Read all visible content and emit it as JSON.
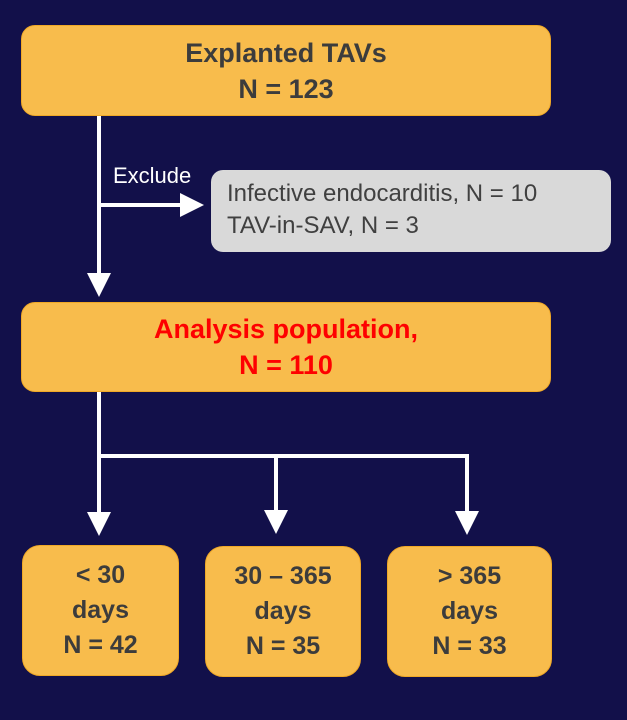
{
  "top_box": {
    "title": "Explanted TAVs",
    "count": "N = 123"
  },
  "exclude": {
    "label": "Exclude",
    "items": [
      "Infective endocarditis, N = 10",
      "TAV-in-SAV, N = 3"
    ]
  },
  "analysis_box": {
    "title": "Analysis population,",
    "count": "N = 110"
  },
  "groups": [
    {
      "range": "< 30",
      "unit": "days",
      "count": "N = 42"
    },
    {
      "range": "30 – 365",
      "unit": "days",
      "count": "N = 35"
    },
    {
      "range": "> 365",
      "unit": "days",
      "count": "N = 33"
    }
  ],
  "colors": {
    "background": "#12104a",
    "box": "#f8bc4c",
    "exclude_box": "#d9d9d9",
    "highlight": "#fe0000",
    "connector": "#ffffff"
  }
}
